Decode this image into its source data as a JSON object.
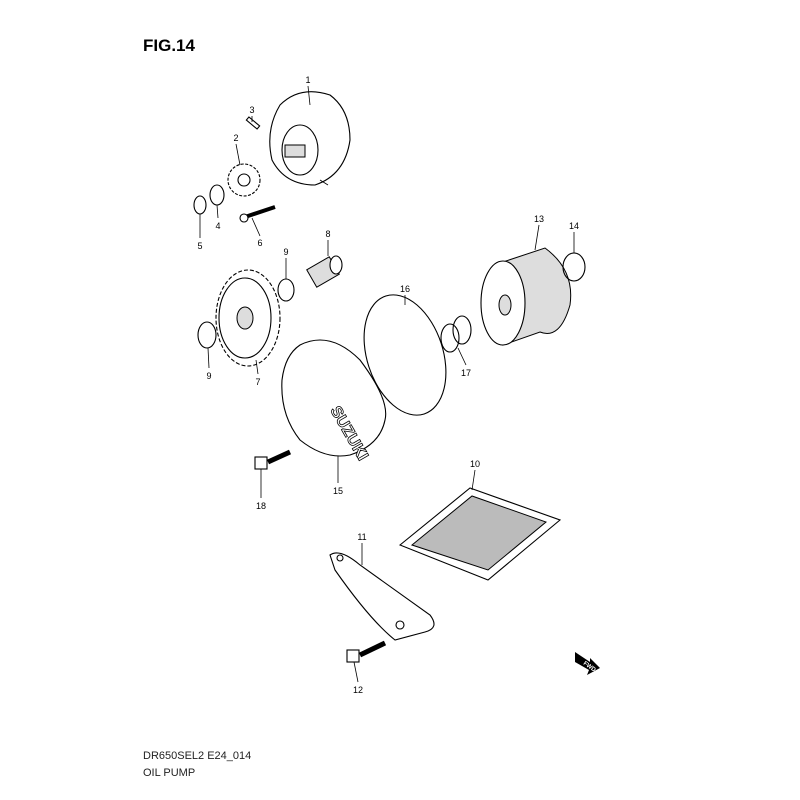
{
  "figure": {
    "title": "FIG.14",
    "model_code": "DR650SEL2 E24_014",
    "subtitle": "OIL PUMP",
    "fwd_label": "FWD",
    "cover_logo": "SUZUKI"
  },
  "callouts": [
    {
      "id": "c1",
      "label": "1"
    },
    {
      "id": "c3",
      "label": "3"
    },
    {
      "id": "c2",
      "label": "2"
    },
    {
      "id": "c4",
      "label": "4"
    },
    {
      "id": "c5",
      "label": "5"
    },
    {
      "id": "c6",
      "label": "6"
    },
    {
      "id": "c9a",
      "label": "9"
    },
    {
      "id": "c8",
      "label": "8"
    },
    {
      "id": "c13",
      "label": "13"
    },
    {
      "id": "c14",
      "label": "14"
    },
    {
      "id": "c16",
      "label": "16"
    },
    {
      "id": "c9b",
      "label": "9"
    },
    {
      "id": "c7",
      "label": "7"
    },
    {
      "id": "c17",
      "label": "17"
    },
    {
      "id": "c15",
      "label": "15"
    },
    {
      "id": "c18",
      "label": "18"
    },
    {
      "id": "c10",
      "label": "10"
    },
    {
      "id": "c11",
      "label": "11"
    },
    {
      "id": "c12",
      "label": "12"
    }
  ]
}
